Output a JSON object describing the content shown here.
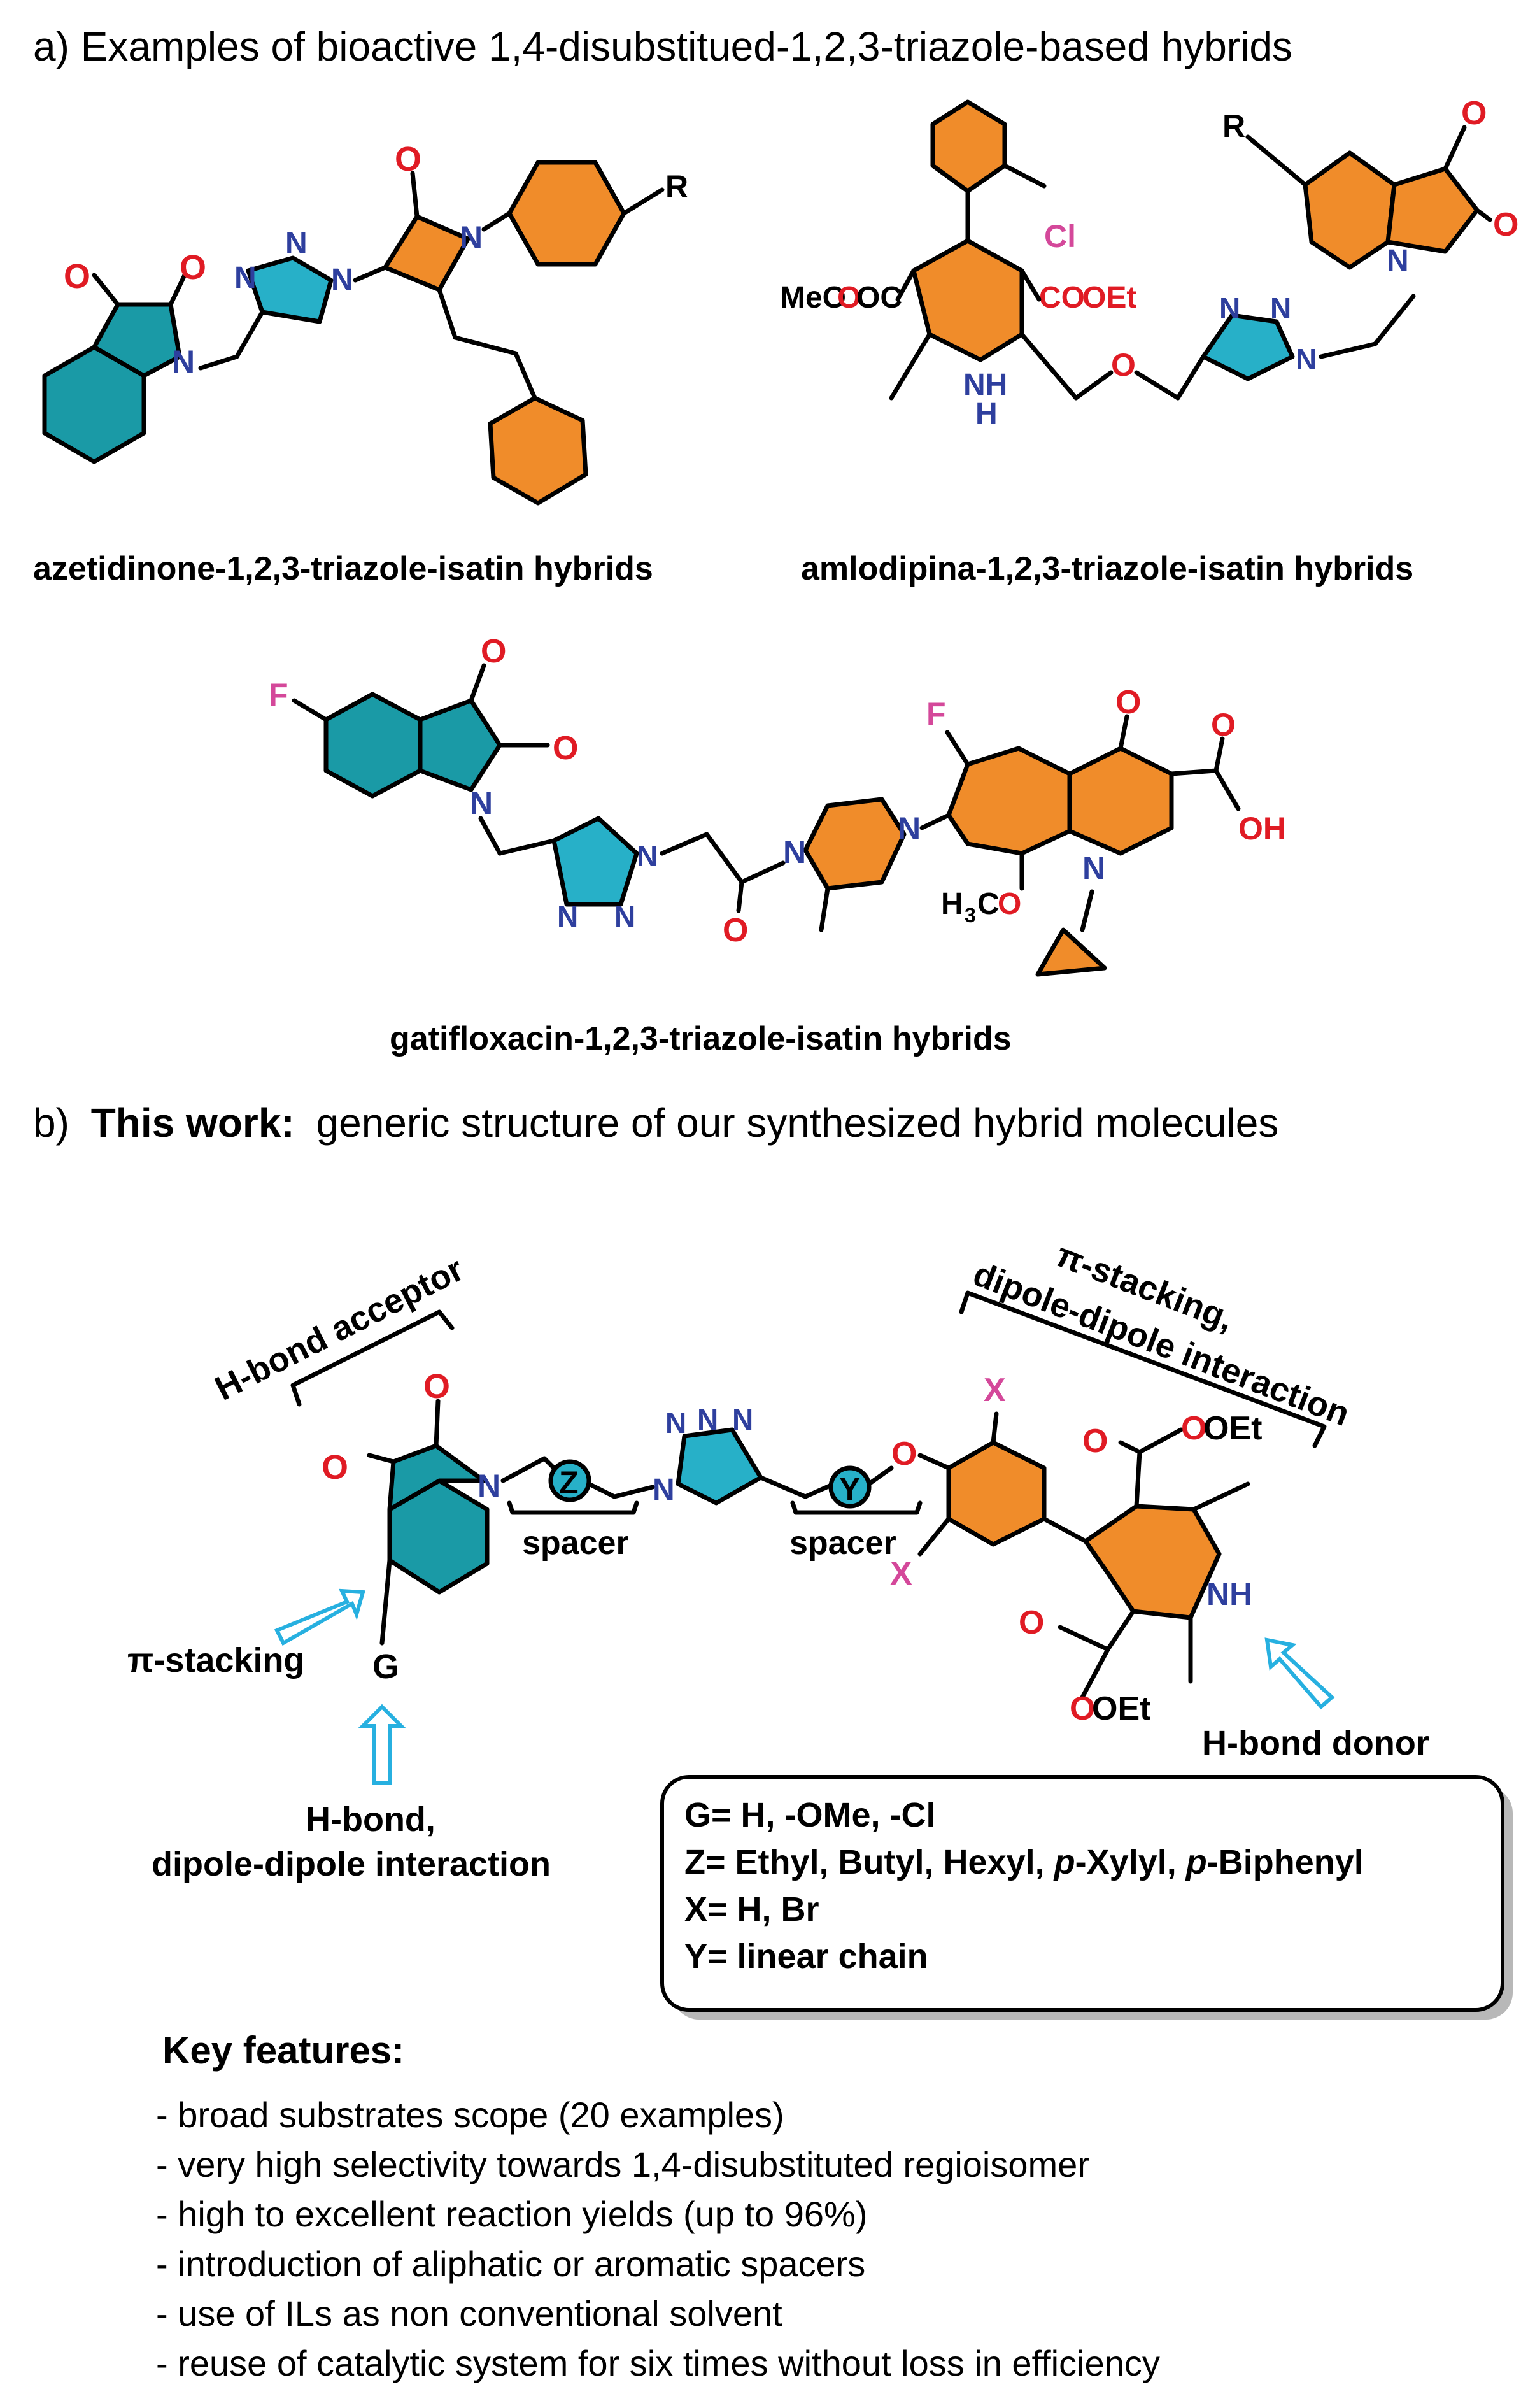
{
  "section_a": {
    "heading": "a) Examples of bioactive 1,4-disubstitued-1,2,3-triazole-based hybrids",
    "captions": {
      "azetidinone": "azetidinone-1,2,3-triazole-isatin hybrids",
      "amlodipina": "amlodipina-1,2,3-triazole-isatin hybrids",
      "gatifloxacin": "gatifloxacin-1,2,3-triazole-isatin hybrids"
    },
    "atoms": {
      "O": "O",
      "N": "N",
      "R": "R",
      "Cl": "Cl",
      "F": "F",
      "H": "H",
      "NH": "NH",
      "MeOOC_a": "MeO",
      "MeOOC_b": "OC",
      "COOEt_a": "CO",
      "COOEt_b": "OEt",
      "OH": "OH",
      "H3CO_a": "H",
      "H3CO_sub": "3",
      "H3CO_b": "C",
      "H3CO_c": "O"
    }
  },
  "section_b": {
    "heading_prefix": "b)",
    "heading_bold": "This work:",
    "heading_rest": "generic structure of our synthesized hybrid molecules",
    "labels": {
      "hbond_acceptor": "H-bond acceptor",
      "pi_stacking_top": "π-stacking,",
      "dipole_top": "dipole-dipole interaction",
      "pi_stacking_left": "π-stacking",
      "hbond": "H-bond,",
      "dipole_bottom": "dipole-dipole interaction",
      "hbond_donor": "H-bond donor",
      "spacer": "spacer",
      "G": "G",
      "Z": "Z",
      "Y": "Y",
      "X": "X",
      "OEt": "OEt",
      "NH": "NH",
      "O": "O",
      "N": "N"
    },
    "legend": {
      "G": "G= H, -OMe, -Cl",
      "Z_prefix": "Z= Ethyl, Butyl, Hexyl, ",
      "Z_p1": "p",
      "Z_mid": "-Xylyl, ",
      "Z_p2": "p",
      "Z_end": "-Biphenyl",
      "X": "X= H, Br",
      "Y": "Y= linear chain"
    },
    "key_features_title": "Key features:",
    "key_features": [
      "- broad substrates scope (20 examples)",
      "- very high selectivity towards 1,4-disubstituted regioisomer",
      "- high to excellent reaction yields (up to 96%)",
      "- introduction of aliphatic or aromatic spacers",
      "- use of ILs as non conventional solvent",
      "- reuse of catalytic system for six times without loss in efficiency"
    ]
  },
  "colors": {
    "teal": "#1a9aa6",
    "orange": "#f08c2a",
    "cyan": "#27b0c8",
    "oxygen": "#e01b24",
    "nitrogen": "#2e3f9e",
    "halogen": "#d4489a",
    "arrow": "#27b0e0"
  }
}
